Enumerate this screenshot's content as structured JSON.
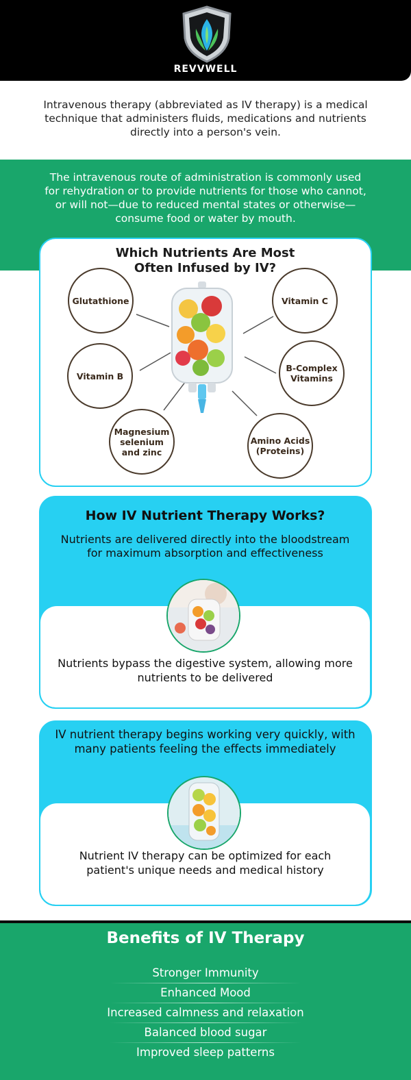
{
  "brand": {
    "name": "REVVWELL"
  },
  "intro": {
    "text": "Intravenous therapy (abbreviated as IV therapy) is a medical technique that administers fluids, medications and nutrients directly into a person's vein."
  },
  "route": {
    "text": "The intravenous route of administration is commonly used for rehydration or to provide nutrients for those who cannot, or will not—due to reduced mental states or otherwise—consume food or water by mouth."
  },
  "nutrients": {
    "title_line1": "Which Nutrients Are Most",
    "title_line2": "Often Infused by IV?",
    "items": [
      {
        "label": "Glutathione"
      },
      {
        "label": "Vitamin C"
      },
      {
        "label": "Vitamin B"
      },
      {
        "label": "B-Complex Vitamins"
      },
      {
        "label": "Magnesium selenium and zinc"
      },
      {
        "label": "Amino Acids (Proteins)"
      }
    ]
  },
  "how_it_works": {
    "title": "How IV Nutrient Therapy Works?",
    "point1": "Nutrients are delivered directly into the bloodstream for maximum absorption and effectiveness",
    "point2": "Nutrients bypass the digestive system, allowing more nutrients to be delivered"
  },
  "speed": {
    "point1": "IV nutrient therapy begins working very quickly, with many patients feeling the effects immediately",
    "point2": "Nutrient IV therapy can be optimized for each patient's unique needs and medical history"
  },
  "benefits": {
    "title": "Benefits of IV Therapy",
    "items": [
      "Stronger Immunity",
      "Enhanced Mood",
      "Increased calmness and relaxation",
      "Balanced blood sugar",
      "Improved sleep patterns"
    ]
  },
  "colors": {
    "green": "#19a66b",
    "cyan": "#27d0f2",
    "black": "#000000",
    "brown": "#4a3a2b"
  }
}
